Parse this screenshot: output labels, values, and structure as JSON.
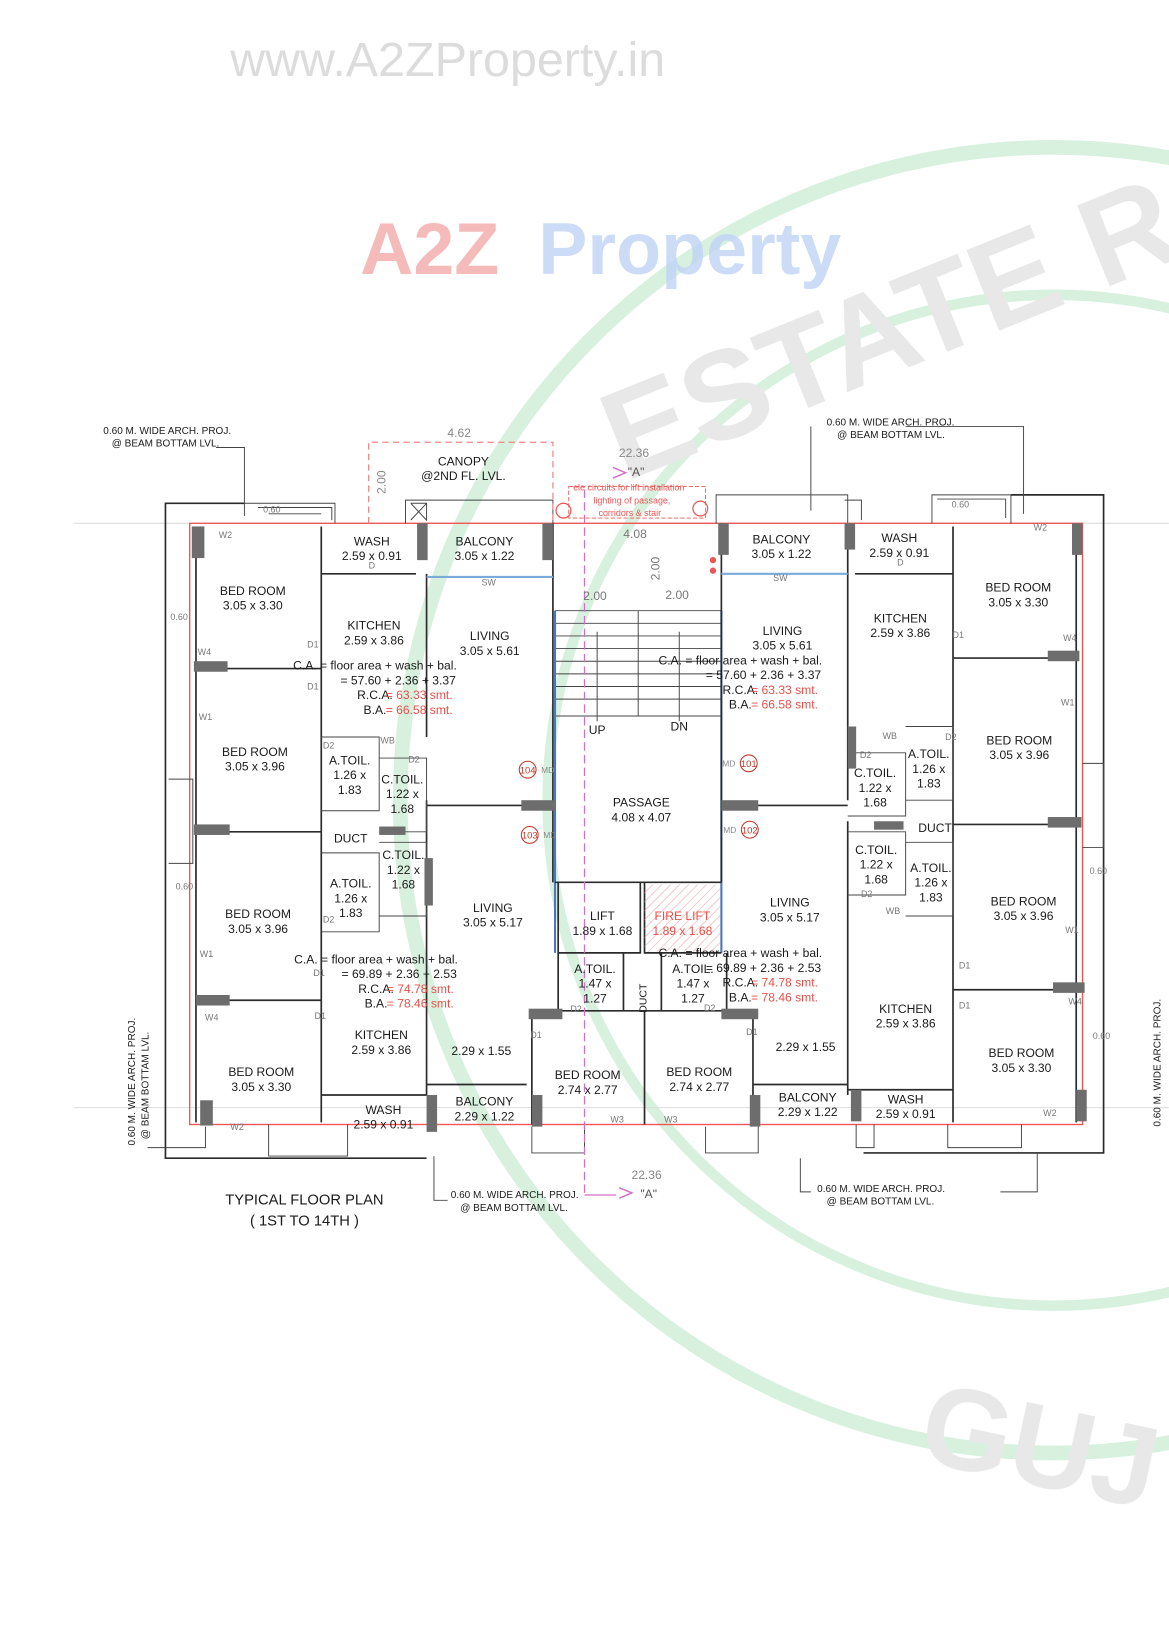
{
  "watermark": {
    "site": "www.A2ZProperty.in",
    "logo_a2z": "A2Z",
    "logo_property": "Property",
    "stamp_text": "ESTATE R",
    "stamp_text_bottom": "GUJ",
    "colors": {
      "a2z": "#f08080",
      "p": "#9ab8f0",
      "stamp": "#c8ecd4"
    }
  },
  "title": {
    "line1": "TYPICAL FLOOR PLAN",
    "line2": "( 1ST TO 14TH )"
  },
  "rooms": [
    {
      "name": "BED ROOM",
      "size": "3.05 x 3.30"
    },
    {
      "name": "WASH",
      "size": "2.59 x 0.91"
    },
    {
      "name": "BALCONY",
      "size": "3.05 x 1.22"
    },
    {
      "name": "KITCHEN",
      "size": "2.59 x 3.86"
    },
    {
      "name": "LIVING",
      "size": "3.05 x 5.61"
    },
    {
      "name": "BED ROOM",
      "size": "3.05 x 3.96"
    },
    {
      "name": "A.TOIL.",
      "size": "1.26 x",
      "size2": "1.83"
    },
    {
      "name": "C.TOIL.",
      "size": "1.22 x",
      "size2": "1.68"
    },
    {
      "name": "DUCT"
    },
    {
      "name": "C.TOIL.",
      "size": "1.22 x",
      "size2": "1.68"
    },
    {
      "name": "A.TOIL.",
      "size": "1.26 x",
      "size2": "1.83"
    },
    {
      "name": "BED ROOM",
      "size": "3.05 x 3.96"
    },
    {
      "name": "LIVING",
      "size": "3.05 x 5.17"
    },
    {
      "name": "KITCHEN",
      "size": "2.59 x 3.86"
    },
    {
      "size": "2.29 x 1.55"
    },
    {
      "name": "BED ROOM",
      "size": "3.05 x 3.30"
    },
    {
      "name": "WASH",
      "size": "2.59 x 0.91"
    },
    {
      "name": "BALCONY",
      "size": "2.29 x 1.22"
    },
    {
      "name": "BED ROOM",
      "size": "2.74 x 2.77"
    },
    {
      "name": "BED ROOM",
      "size": "2.74 x 2.77"
    },
    {
      "name": "A.TOIL.",
      "size": "1.47 x",
      "size2": "1.27"
    },
    {
      "name": "DUCT"
    },
    {
      "name": "A.TOIL.",
      "size": "1.47 x",
      "size2": "1.27"
    },
    {
      "name": "LIFT",
      "size": "1.89 x 1.68"
    },
    {
      "name": "FIRE LIFT",
      "size": "1.89 x 1.68"
    },
    {
      "name": "PASSAGE",
      "size": "4.08 x 4.07"
    },
    {
      "name": "BALCONY",
      "size": "3.05 x 1.22"
    },
    {
      "name": "WASH",
      "size": "2.59 x 0.91"
    },
    {
      "name": "BED ROOM",
      "size": "3.05 x 3.30"
    },
    {
      "name": "KITCHEN",
      "size": "2.59 x 3.86"
    },
    {
      "name": "LIVING",
      "size": "3.05 x 5.61"
    },
    {
      "name": "BED ROOM",
      "size": "3.05 x 3.96"
    },
    {
      "name": "A.TOIL.",
      "size": "1.26 x",
      "size2": "1.83"
    },
    {
      "name": "C.TOIL.",
      "size": "1.22 x",
      "size2": "1.68"
    },
    {
      "name": "DUCT"
    },
    {
      "name": "C.TOIL.",
      "size": "1.22 x",
      "size2": "1.68"
    },
    {
      "name": "A.TOIL.",
      "size": "1.26 x",
      "size2": "1.83"
    },
    {
      "name": "BED ROOM",
      "size": "3.05 x 3.96"
    },
    {
      "name": "LIVING",
      "size": "3.05 x 5.17"
    },
    {
      "name": "KITCHEN",
      "size": "2.59 x 3.86"
    },
    {
      "size": "2.29 x 1.55"
    },
    {
      "name": "BED ROOM",
      "size": "3.05 x 3.30"
    },
    {
      "name": "BALCONY",
      "size": "2.29 x 1.22"
    },
    {
      "name": "WASH",
      "size": "2.59 x 0.91"
    }
  ],
  "areas": [
    {
      "ca": "C.A.   = floor area + wash + bal.",
      "ca2": "=   57.60   + 2.36 + 3.37",
      "rca_label": "R.C.A.",
      "rca": "= 63.33 smt.",
      "ba_label": "B.A.",
      "ba": "= 66.58 smt."
    },
    {
      "ca": "C.A.   = floor area + wash + bal.",
      "ca2": "=   57.60   + 2.36 + 3.37",
      "rca_label": "R.C.A.",
      "rca": "= 63.33 smt.",
      "ba_label": "B.A.",
      "ba": "= 66.58 smt."
    },
    {
      "ca": "C.A.   = floor area + wash + bal.",
      "ca2": "=   69.89   + 2.36 + 2.53",
      "rca_label": "R.C.A.",
      "rca": "= 74.78 smt.",
      "ba_label": "B.A.",
      "ba": "= 78.46 smt."
    },
    {
      "ca": "C.A.   = floor area + wash + bal.",
      "ca2": "=   69.89   + 2.36 + 2.53",
      "rca_label": "R.C.A.",
      "rca": "= 74.78 smt.",
      "ba_label": "B.A.",
      "ba": "= 78.46 smt."
    }
  ],
  "flats": [
    {
      "no": "104",
      "md": "MD"
    },
    {
      "no": "103",
      "md": "MD"
    },
    {
      "no": "101",
      "md": "MD"
    },
    {
      "no": "102",
      "md": "MD"
    }
  ],
  "arch_proj": {
    "line1": "0.60 M. WIDE ARCH. PROJ.",
    "line2": "@ BEAM BOTTAM LVL."
  },
  "canopy": {
    "line1": "CANOPY",
    "line2": "@2ND FL. LVL.",
    "width": "4.62",
    "depth": "2.00"
  },
  "section": {
    "length": "22.36",
    "mark": "\"A\""
  },
  "lift_note": {
    "line1": "ele circuits for lift installation",
    "line2": "lighting of passage,",
    "line3": "corridors & stair"
  },
  "stair": {
    "width": "4.08",
    "depth": "2.00",
    "flight_left": "2.00",
    "flight_right": "2.00",
    "up": "UP",
    "dn": "DN"
  },
  "tags": [
    "W2",
    "D",
    "SW",
    "D1",
    "D1",
    "W4",
    "W1",
    "D2",
    "D2",
    "WB",
    "W1",
    "D2",
    "D1",
    "W4",
    "W2",
    "D1",
    "W3",
    "W3",
    "D2",
    "D2",
    "D1",
    "D1",
    "W2",
    "D",
    "SW",
    "D1",
    "W4",
    "W1",
    "D2",
    "WB",
    "D2",
    "D2",
    "WB",
    "W1",
    "D1",
    "D1",
    "W4",
    "W2",
    "0.60",
    "0.60",
    "0.60",
    "0.60",
    "0.60",
    "0.60"
  ]
}
